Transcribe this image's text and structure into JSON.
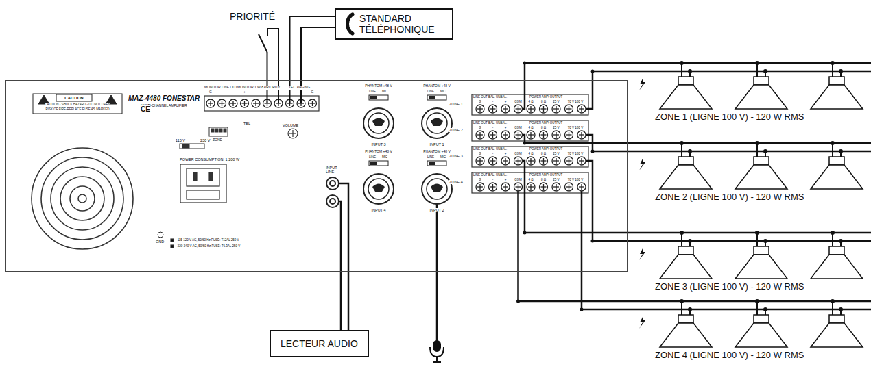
{
  "diagram": {
    "nodes": [
      {
        "text": [
          "MAZ-4480 FONESTAR",
          "MULTI-CHANNEL AMPLIFIER"
        ]
      },
      {
        "text": [
          "STANDARD TÉLÉPHONIQUE"
        ]
      },
      {
        "text": [
          "LECTEUR AUDIO"
        ]
      }
    ],
    "edges": [
      {
        "from": 1,
        "to": 0,
        "arrow": "none"
      },
      {
        "from": 2,
        "to": 0,
        "arrow": "none"
      }
    ],
    "labels": [
      "PRIORITÉ",
      "ZONE 1 (LIGNE 100 V) - 120 W RMS",
      "ZONE 2 (LIGNE 100 V) - 120 W RMS",
      "ZONE 3 (LIGNE 100 V) - 120 W RMS",
      "ZONE 4 (LIGNE 100 V) - 120 W RMS",
      "CAUTION",
      "CAUTION - SHOCK HAZARD - DO NOT OPEN",
      "RISK OF FIRE-REPLACE FUSE AS MARKED",
      "CE",
      "MONITOR LINE OUT",
      "MONITOR 1 W 8 Ω",
      "PRIORITY",
      "TEL. PAGING",
      "G",
      "-",
      "+",
      "G",
      "TEL",
      "ZONE",
      "VOLUME",
      "115 V",
      "230 V",
      "POWER CONSUMPTION: 1.200 W",
      "~115-120 V AC, 50/60 Hz FUSE: T12AL 250 V",
      "~220-240 V AC, 50/60 Hz FUSE: T6.3AL 250 V",
      "GND",
      "INPUT LINE",
      "INPUT 3",
      "INPUT 1",
      "INPUT 4",
      "INPUT 2",
      "PHANTOM +48 V",
      "PHANTOM +48 V",
      "PHANTOM +48 V",
      "PHANTOM +48 V",
      "LINE",
      "MIC",
      "LINE",
      "MIC",
      "LINE",
      "MIC",
      "LINE",
      "MIC",
      "ZONE 1",
      "LINE OUT BAL. UNBAL.",
      "POWER AMP. OUTPUT",
      "G",
      "-",
      "+",
      "COM",
      "4 Ω",
      "8 Ω",
      "25 V",
      "70 V 100 V",
      "ZONE 2",
      "LINE OUT BAL. UNBAL.",
      "POWER AMP. OUTPUT",
      "G",
      "-",
      "+",
      "COM",
      "4 Ω",
      "8 Ω",
      "25 V",
      "70 V 100 V",
      "ZONE 3",
      "LINE OUT BAL. UNBAL.",
      "POWER AMP. OUTPUT",
      "G",
      "-",
      "+",
      "COM",
      "4 Ω",
      "8 Ω",
      "25 V",
      "70 V 100 V",
      "ZONE 4",
      "LINE OUT BAL. UNBAL.",
      "POWER AMP. OUTPUT",
      "G",
      "-",
      "+",
      "COM",
      "4 Ω",
      "8 Ω",
      "25 V",
      "70 V 100 V"
    ]
  }
}
